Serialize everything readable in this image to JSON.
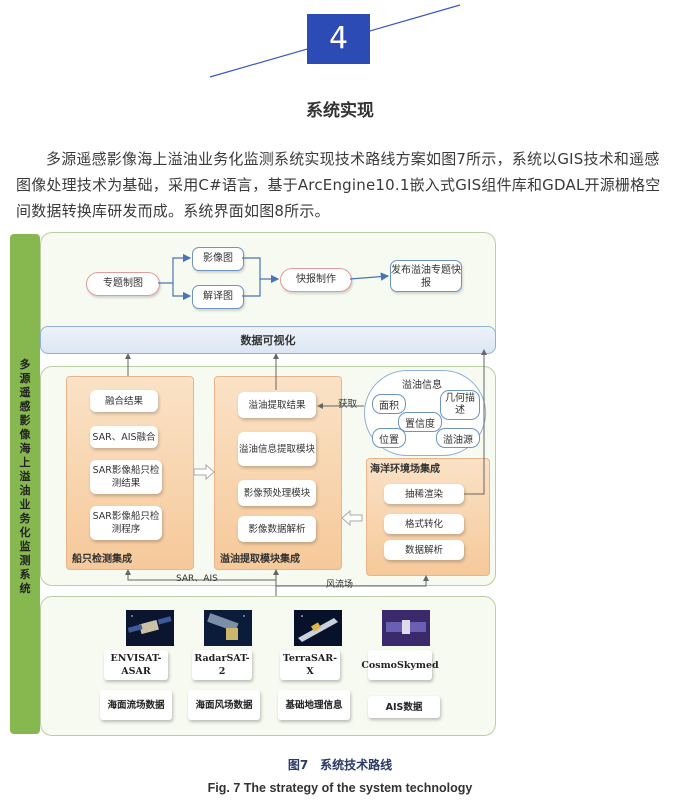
{
  "header": {
    "number": "4",
    "title": "系统实现"
  },
  "intro": "多源遥感影像海上溢油业务化监测系统实现技术路线方案如图7所示，系统以GIS技术和遥感图像处理技术为基础，采用C#语言，基于ArcEngine10.1嵌入式GIS组件库和GDAL开源栅格空间数据转换库研发而成。系统界面如图8所示。",
  "diagram": {
    "side_label": "多源遥感影像海上溢油业务化监测系统",
    "top": {
      "thematic_mapping": "专题制图",
      "image_map": "影像图",
      "interpretation_map": "解译图",
      "quick_report_make": "快报制作",
      "publish_report": "发布溢油专题快报"
    },
    "visualization": "数据可视化",
    "ship": {
      "title": "船只检测集成",
      "items": [
        "融合结果",
        "SAR、AIS融合",
        "SAR影像船只检测结果",
        "SAR影像船只检测程序"
      ]
    },
    "oil": {
      "title": "溢油提取模块集成",
      "items": [
        "溢油提取结果",
        "溢油信息提取模块",
        "影像预处理模块",
        "影像数据解析"
      ]
    },
    "oil_info": {
      "title": "溢油信息",
      "area": "面积",
      "geometry": "几何描述",
      "confidence": "置信度",
      "position": "位置",
      "source": "溢油源"
    },
    "get_label": "获取",
    "ocean": {
      "title": "海洋环境场集成",
      "items": [
        "抽稀渲染",
        "格式转化",
        "数据解析"
      ]
    },
    "arrows": {
      "sar_ais": "SAR、AIS",
      "wind_current": "风流场"
    },
    "satellites": [
      "ENVISAT-ASAR",
      "RadarSAT-2",
      "TerraSAR-X",
      "CosmoSkymed"
    ],
    "data_sources": [
      "海面流场数据",
      "海面风场数据",
      "基础地理信息",
      "AIS数据"
    ]
  },
  "caption": {
    "cn": "图7　系统技术路线",
    "en": "Fig. 7 The strategy of the system technology"
  }
}
